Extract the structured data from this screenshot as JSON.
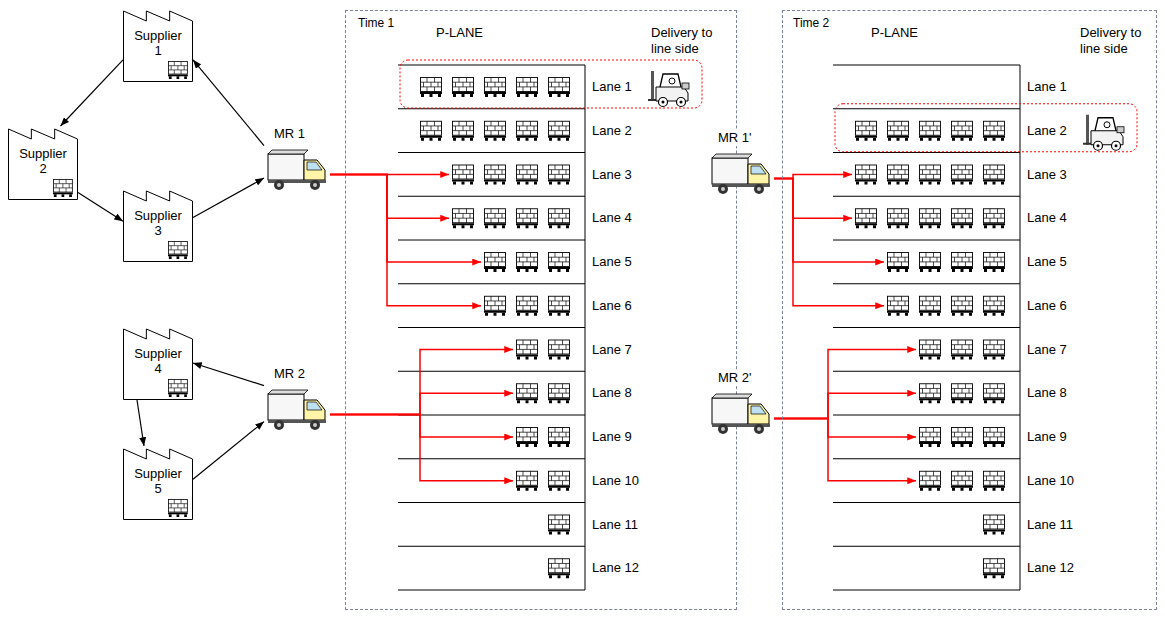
{
  "diagram": {
    "nodes": [
      {
        "text": [
          "Supplier 1"
        ]
      },
      {
        "text": [
          "Supplier 2"
        ]
      },
      {
        "text": [
          "Supplier 3"
        ]
      },
      {
        "text": [
          "MR 1"
        ]
      },
      {
        "text": [
          "Supplier 4"
        ]
      },
      {
        "text": [
          "Supplier 5"
        ]
      },
      {
        "text": [
          "MR 2"
        ]
      },
      {
        "text": [
          "Time 1",
          "P-LANE",
          "Delivery to line side"
        ]
      },
      {
        "text": [
          "Lane 1"
        ],
        "in": 7
      },
      {
        "text": [
          "Lane 2"
        ],
        "in": 7
      },
      {
        "text": [
          "Lane 3"
        ],
        "in": 7
      },
      {
        "text": [
          "Lane 4"
        ],
        "in": 7
      },
      {
        "text": [
          "Lane 5"
        ],
        "in": 7
      },
      {
        "text": [
          "Lane 6"
        ],
        "in": 7
      },
      {
        "text": [
          "Lane 7"
        ],
        "in": 7
      },
      {
        "text": [
          "Lane 8"
        ],
        "in": 7
      },
      {
        "text": [
          "Lane 9"
        ],
        "in": 7
      },
      {
        "text": [
          "Lane 10"
        ],
        "in": 7
      },
      {
        "text": [
          "Lane 11"
        ],
        "in": 7
      },
      {
        "text": [
          "Lane 12"
        ],
        "in": 7
      },
      {
        "text": [
          "MR 1'"
        ]
      },
      {
        "text": [
          "MR 2'"
        ]
      },
      {
        "text": [
          "Time 2",
          "P-LANE",
          "Delivery to line side"
        ]
      },
      {
        "text": [
          "Lane 1"
        ],
        "in": 22
      },
      {
        "text": [
          "Lane 2"
        ],
        "in": 22
      },
      {
        "text": [
          "Lane 3"
        ],
        "in": 22
      },
      {
        "text": [
          "Lane 4"
        ],
        "in": 22
      },
      {
        "text": [
          "Lane 5"
        ],
        "in": 22
      },
      {
        "text": [
          "Lane 6"
        ],
        "in": 22
      },
      {
        "text": [
          "Lane 7"
        ],
        "in": 22
      },
      {
        "text": [
          "Lane 8"
        ],
        "in": 22
      },
      {
        "text": [
          "Lane 9"
        ],
        "in": 22
      },
      {
        "text": [
          "Lane 10"
        ],
        "in": 22
      },
      {
        "text": [
          "Lane 11"
        ],
        "in": 22
      },
      {
        "text": [
          "Lane 12"
        ],
        "in": 22
      }
    ],
    "edges": [
      {
        "from": 3,
        "to": 0,
        "arrow": "to"
      },
      {
        "from": 0,
        "to": 1,
        "arrow": "to"
      },
      {
        "from": 1,
        "to": 2,
        "arrow": "to"
      },
      {
        "from": 2,
        "to": 3,
        "arrow": "to"
      },
      {
        "from": 6,
        "to": 4,
        "arrow": "to"
      },
      {
        "from": 4,
        "to": 5,
        "arrow": "to"
      },
      {
        "from": 5,
        "to": 6,
        "arrow": "to"
      },
      {
        "from": 3,
        "to": 10,
        "arrow": "to"
      },
      {
        "from": 3,
        "to": 11,
        "arrow": "to"
      },
      {
        "from": 3,
        "to": 12,
        "arrow": "to"
      },
      {
        "from": 3,
        "to": 13,
        "arrow": "to"
      },
      {
        "from": 6,
        "to": 14,
        "arrow": "to"
      },
      {
        "from": 6,
        "to": 15,
        "arrow": "to"
      },
      {
        "from": 6,
        "to": 16,
        "arrow": "to"
      },
      {
        "from": 6,
        "to": 17,
        "arrow": "to"
      },
      {
        "from": 20,
        "to": 25,
        "arrow": "to"
      },
      {
        "from": 20,
        "to": 26,
        "arrow": "to"
      },
      {
        "from": 20,
        "to": 27,
        "arrow": "to"
      },
      {
        "from": 20,
        "to": 28,
        "arrow": "to"
      },
      {
        "from": 21,
        "to": 29,
        "arrow": "to"
      },
      {
        "from": 21,
        "to": 30,
        "arrow": "to"
      },
      {
        "from": 21,
        "to": 31,
        "arrow": "to"
      },
      {
        "from": 21,
        "to": 32,
        "arrow": "to"
      }
    ]
  }
}
